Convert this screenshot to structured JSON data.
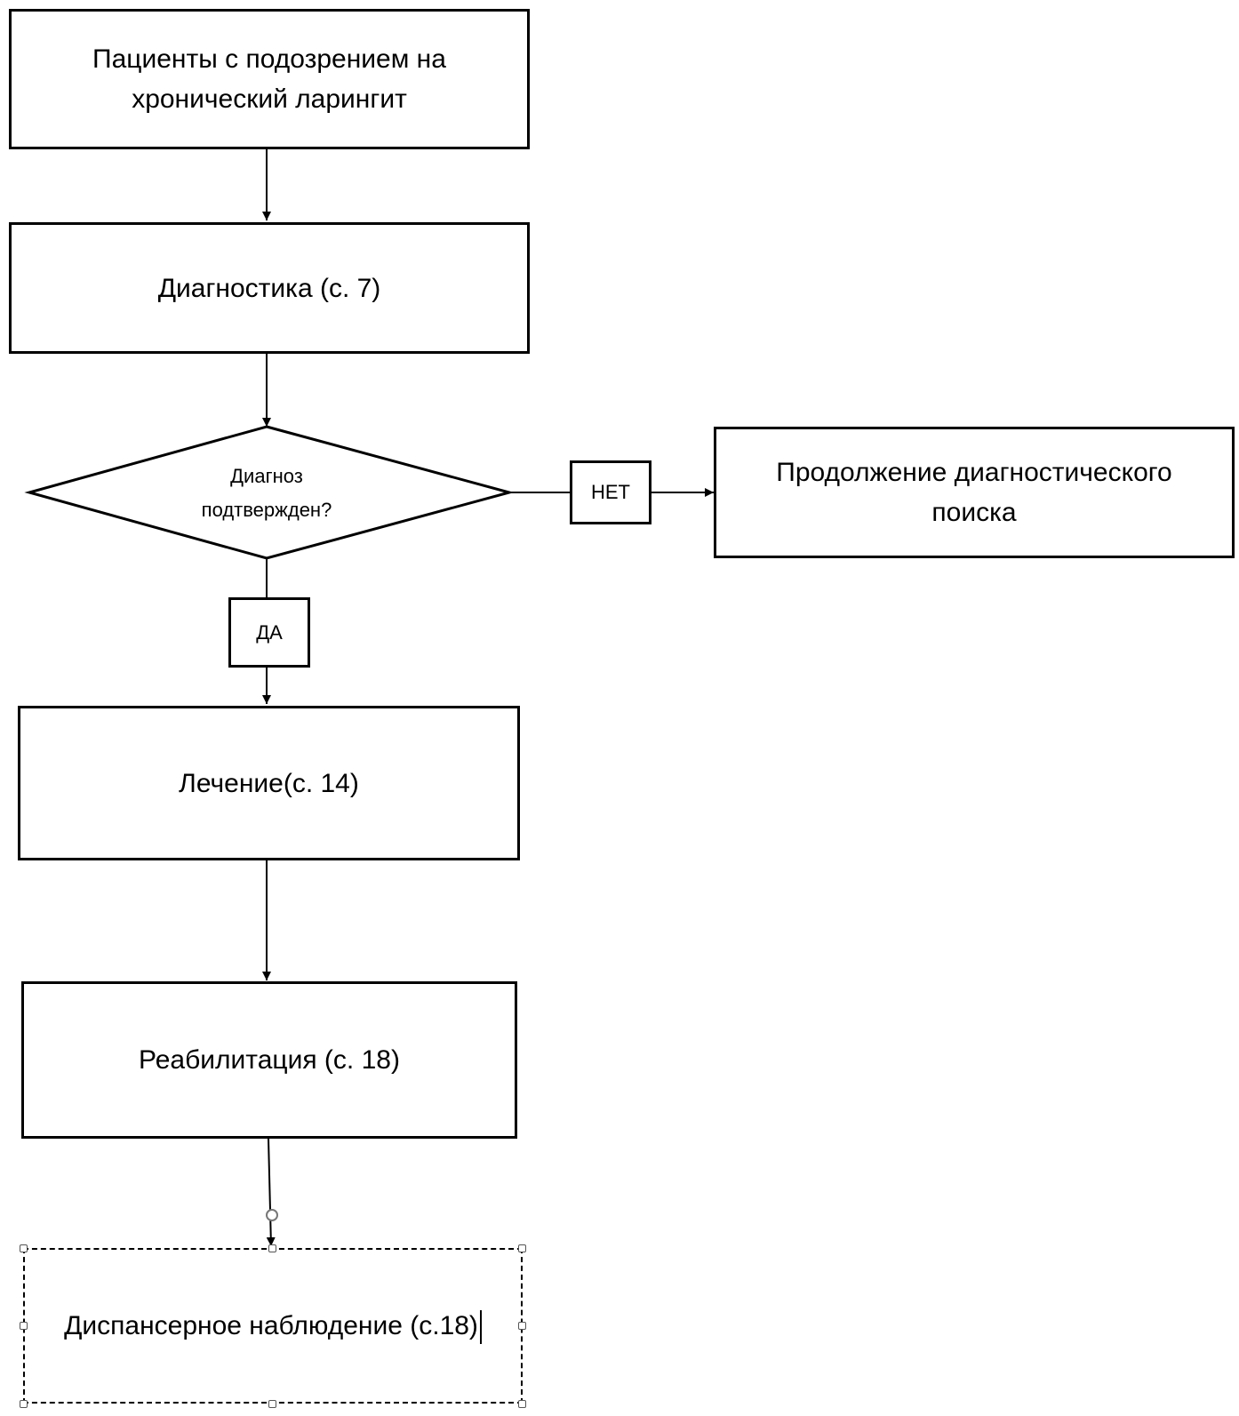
{
  "nodes": {
    "start": "Пациенты с подозрением на хронический ларингит",
    "diagnostics": "Диагностика (с. 7)",
    "decision": "Диагноз подтвержден?",
    "continue_search": "Продолжение диагностического поиска",
    "treatment": "Лечение(с. 14)",
    "rehabilitation": "Реабилитация (с. 18)",
    "dispensary": "Диспансерное наблюдение (с.18)"
  },
  "edges": {
    "yes_label": "ДА",
    "no_label": "НЕТ"
  },
  "colors": {
    "stroke": "#000000",
    "background": "#ffffff",
    "handle": "#555555"
  }
}
